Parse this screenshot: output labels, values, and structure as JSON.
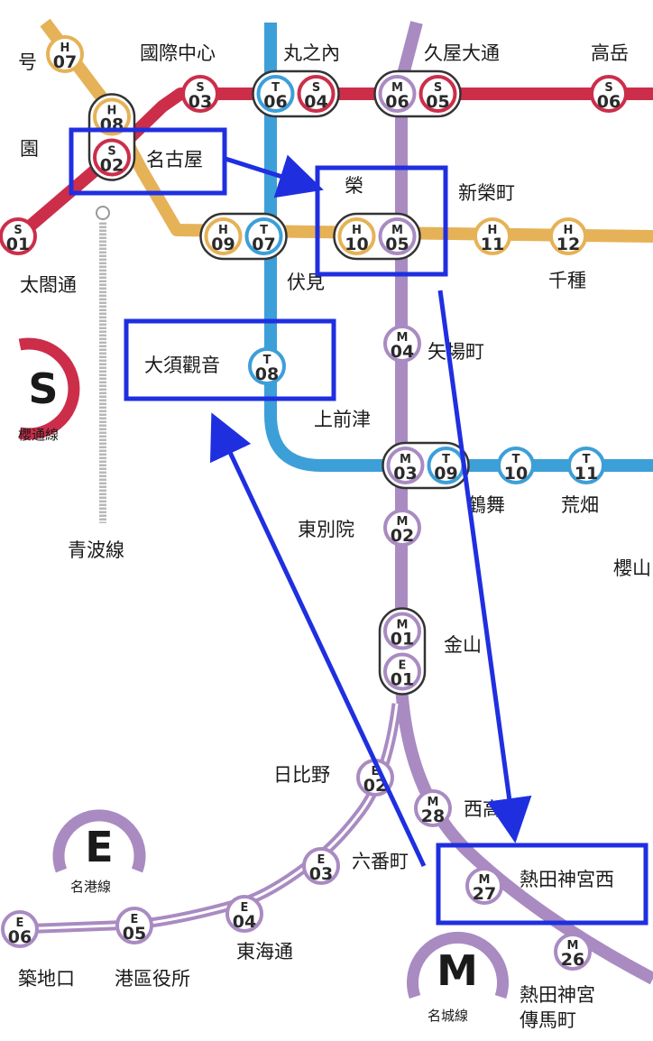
{
  "colors": {
    "line_s": "#cc2e4a",
    "line_t": "#3d9fd8",
    "line_h": "#e6b257",
    "line_m": "#a98bc2",
    "line_e": "#a98bc2",
    "aonami": "#b8b8b8",
    "annotation": "#1f2fe0"
  },
  "stations": [
    {
      "key": "h07",
      "codes": [
        {
          "line": "H",
          "num": "07"
        }
      ],
      "label": ""
    },
    {
      "key": "h08-s02",
      "codes": [
        {
          "line": "H",
          "num": "08"
        },
        {
          "line": "S",
          "num": "02"
        }
      ],
      "label": "名古屋"
    },
    {
      "key": "s03",
      "codes": [
        {
          "line": "S",
          "num": "03"
        }
      ],
      "label": "國際中心"
    },
    {
      "key": "t06-s04",
      "codes": [
        {
          "line": "T",
          "num": "06"
        },
        {
          "line": "S",
          "num": "04"
        }
      ],
      "label": "丸之內"
    },
    {
      "key": "m06-s05",
      "codes": [
        {
          "line": "M",
          "num": "06"
        },
        {
          "line": "S",
          "num": "05"
        }
      ],
      "label": "久屋大通"
    },
    {
      "key": "s06",
      "codes": [
        {
          "line": "S",
          "num": "06"
        }
      ],
      "label": "高岳"
    },
    {
      "key": "s01",
      "codes": [
        {
          "line": "S",
          "num": "01"
        }
      ],
      "label": "太閤通"
    },
    {
      "key": "h09-t07",
      "codes": [
        {
          "line": "H",
          "num": "09"
        },
        {
          "line": "T",
          "num": "07"
        }
      ],
      "label": "伏見"
    },
    {
      "key": "h10-m05",
      "codes": [
        {
          "line": "H",
          "num": "10"
        },
        {
          "line": "M",
          "num": "05"
        }
      ],
      "label": "榮"
    },
    {
      "key": "h11",
      "codes": [
        {
          "line": "H",
          "num": "11"
        }
      ],
      "label": "新榮町"
    },
    {
      "key": "h12",
      "codes": [
        {
          "line": "H",
          "num": "12"
        }
      ],
      "label": "千種"
    },
    {
      "key": "m04",
      "codes": [
        {
          "line": "M",
          "num": "04"
        }
      ],
      "label": "矢場町"
    },
    {
      "key": "t08",
      "codes": [
        {
          "line": "T",
          "num": "08"
        }
      ],
      "label": "大須觀音"
    },
    {
      "key": "m03-t09",
      "codes": [
        {
          "line": "M",
          "num": "03"
        },
        {
          "line": "T",
          "num": "09"
        }
      ],
      "label": "上前津"
    },
    {
      "key": "t10",
      "codes": [
        {
          "line": "T",
          "num": "10"
        }
      ],
      "label": "鶴舞"
    },
    {
      "key": "t11",
      "codes": [
        {
          "line": "T",
          "num": "11"
        }
      ],
      "label": "荒畑"
    },
    {
      "key": "m02",
      "codes": [
        {
          "line": "M",
          "num": "02"
        }
      ],
      "label": "東別院"
    },
    {
      "key": "m01-e01",
      "codes": [
        {
          "line": "M",
          "num": "01"
        },
        {
          "line": "E",
          "num": "01"
        }
      ],
      "label": "金山"
    },
    {
      "key": "e02",
      "codes": [
        {
          "line": "E",
          "num": "02"
        }
      ],
      "label": "日比野"
    },
    {
      "key": "m28",
      "codes": [
        {
          "line": "M",
          "num": "28"
        }
      ],
      "label": "西高藏"
    },
    {
      "key": "e03",
      "codes": [
        {
          "line": "E",
          "num": "03"
        }
      ],
      "label": "六番町"
    },
    {
      "key": "m27",
      "codes": [
        {
          "line": "M",
          "num": "27"
        }
      ],
      "label": "熱田神宮西"
    },
    {
      "key": "e04",
      "codes": [
        {
          "line": "E",
          "num": "04"
        }
      ],
      "label": "東海通"
    },
    {
      "key": "e05",
      "codes": [
        {
          "line": "E",
          "num": "05"
        }
      ],
      "label": "港區役所"
    },
    {
      "key": "e06",
      "codes": [
        {
          "line": "E",
          "num": "06"
        }
      ],
      "label": "築地口"
    },
    {
      "key": "m26",
      "codes": [
        {
          "line": "M",
          "num": "26"
        }
      ],
      "label": "熱田神宮傳馬町"
    }
  ],
  "partial_labels": {
    "sakurayama": "櫻山",
    "garden": "園",
    "h07_left": "号"
  },
  "line_badges": {
    "s": {
      "letter": "S",
      "name": "櫻通線"
    },
    "e": {
      "letter": "E",
      "name": "名港線"
    },
    "m": {
      "letter": "M",
      "name": "名城線"
    },
    "aonami": {
      "name": "青波線"
    }
  },
  "annotations": {
    "boxes": [
      "名古屋",
      "榮",
      "大須觀音",
      "熱田神宮西"
    ],
    "arrows": [
      {
        "from": "名古屋",
        "to": "榮"
      },
      {
        "from": "榮",
        "to": "熱田神宮西"
      },
      {
        "from": "熱田神宮西",
        "to": "大須觀音"
      }
    ]
  }
}
